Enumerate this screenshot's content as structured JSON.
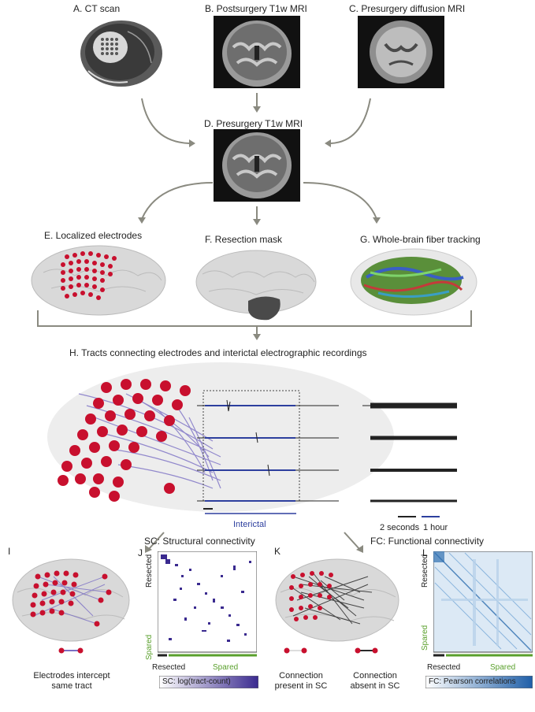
{
  "panels": {
    "a": "A. CT scan",
    "b": "B. Postsurgery T1w MRI",
    "c": "C. Presurgery diffusion MRI",
    "d": "D. Presurgery T1w MRI",
    "e": "E. Localized electrodes",
    "f": "F. Resection mask",
    "g": "G. Whole-brain fiber tracking",
    "h": "H. Tracts connecting electrodes and interictal electrographic recordings",
    "i": "I",
    "j": "J",
    "k": "K",
    "l": "L"
  },
  "recordings": {
    "interictal_label": "Interictal",
    "scale_2s": "2 seconds",
    "scale_1h": "1 hour"
  },
  "sc": {
    "title": "SC: Structural connectivity",
    "resected": "Resected",
    "spared": "Spared",
    "colorbar": "SC: log(tract-count)",
    "legend": "Electrodes intercept same tract"
  },
  "fc": {
    "title": "FC: Functional connectivity",
    "resected": "Resected",
    "spared": "Spared",
    "colorbar": "FC: Pearson correlations",
    "legend_present": "Connection present in SC",
    "legend_absent": "Connection absent in SC"
  },
  "colors": {
    "electrode": "#c8102e",
    "tract": "#7b6fc4",
    "signal_blue": "#2d3f9e",
    "arrow": "#8a8a80",
    "spared_green": "#5aa02c"
  }
}
